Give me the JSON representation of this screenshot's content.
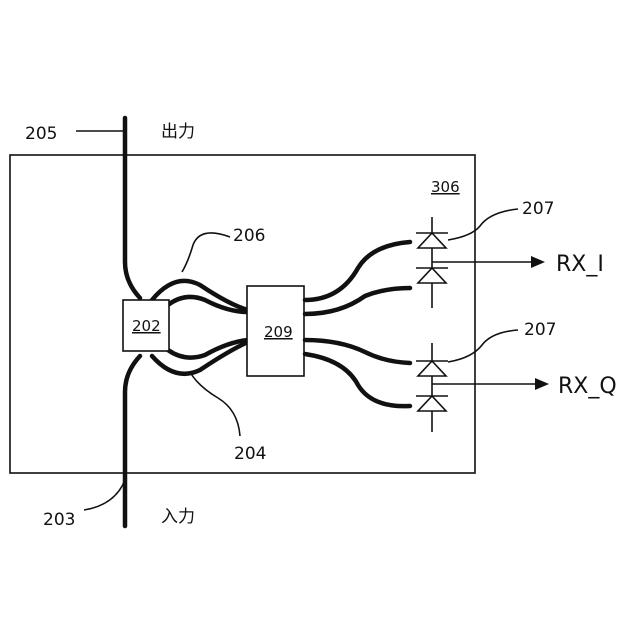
{
  "labels": {
    "ref_205": "205",
    "ref_203": "203",
    "ref_206": "206",
    "ref_204": "204",
    "ref_207_top": "207",
    "ref_207_bottom": "207",
    "ref_306": "306",
    "coupler": "202",
    "hybrid": "209",
    "output": "出力",
    "input": "入力",
    "rx_i": "RX_I",
    "rx_q": "RX_Q"
  }
}
